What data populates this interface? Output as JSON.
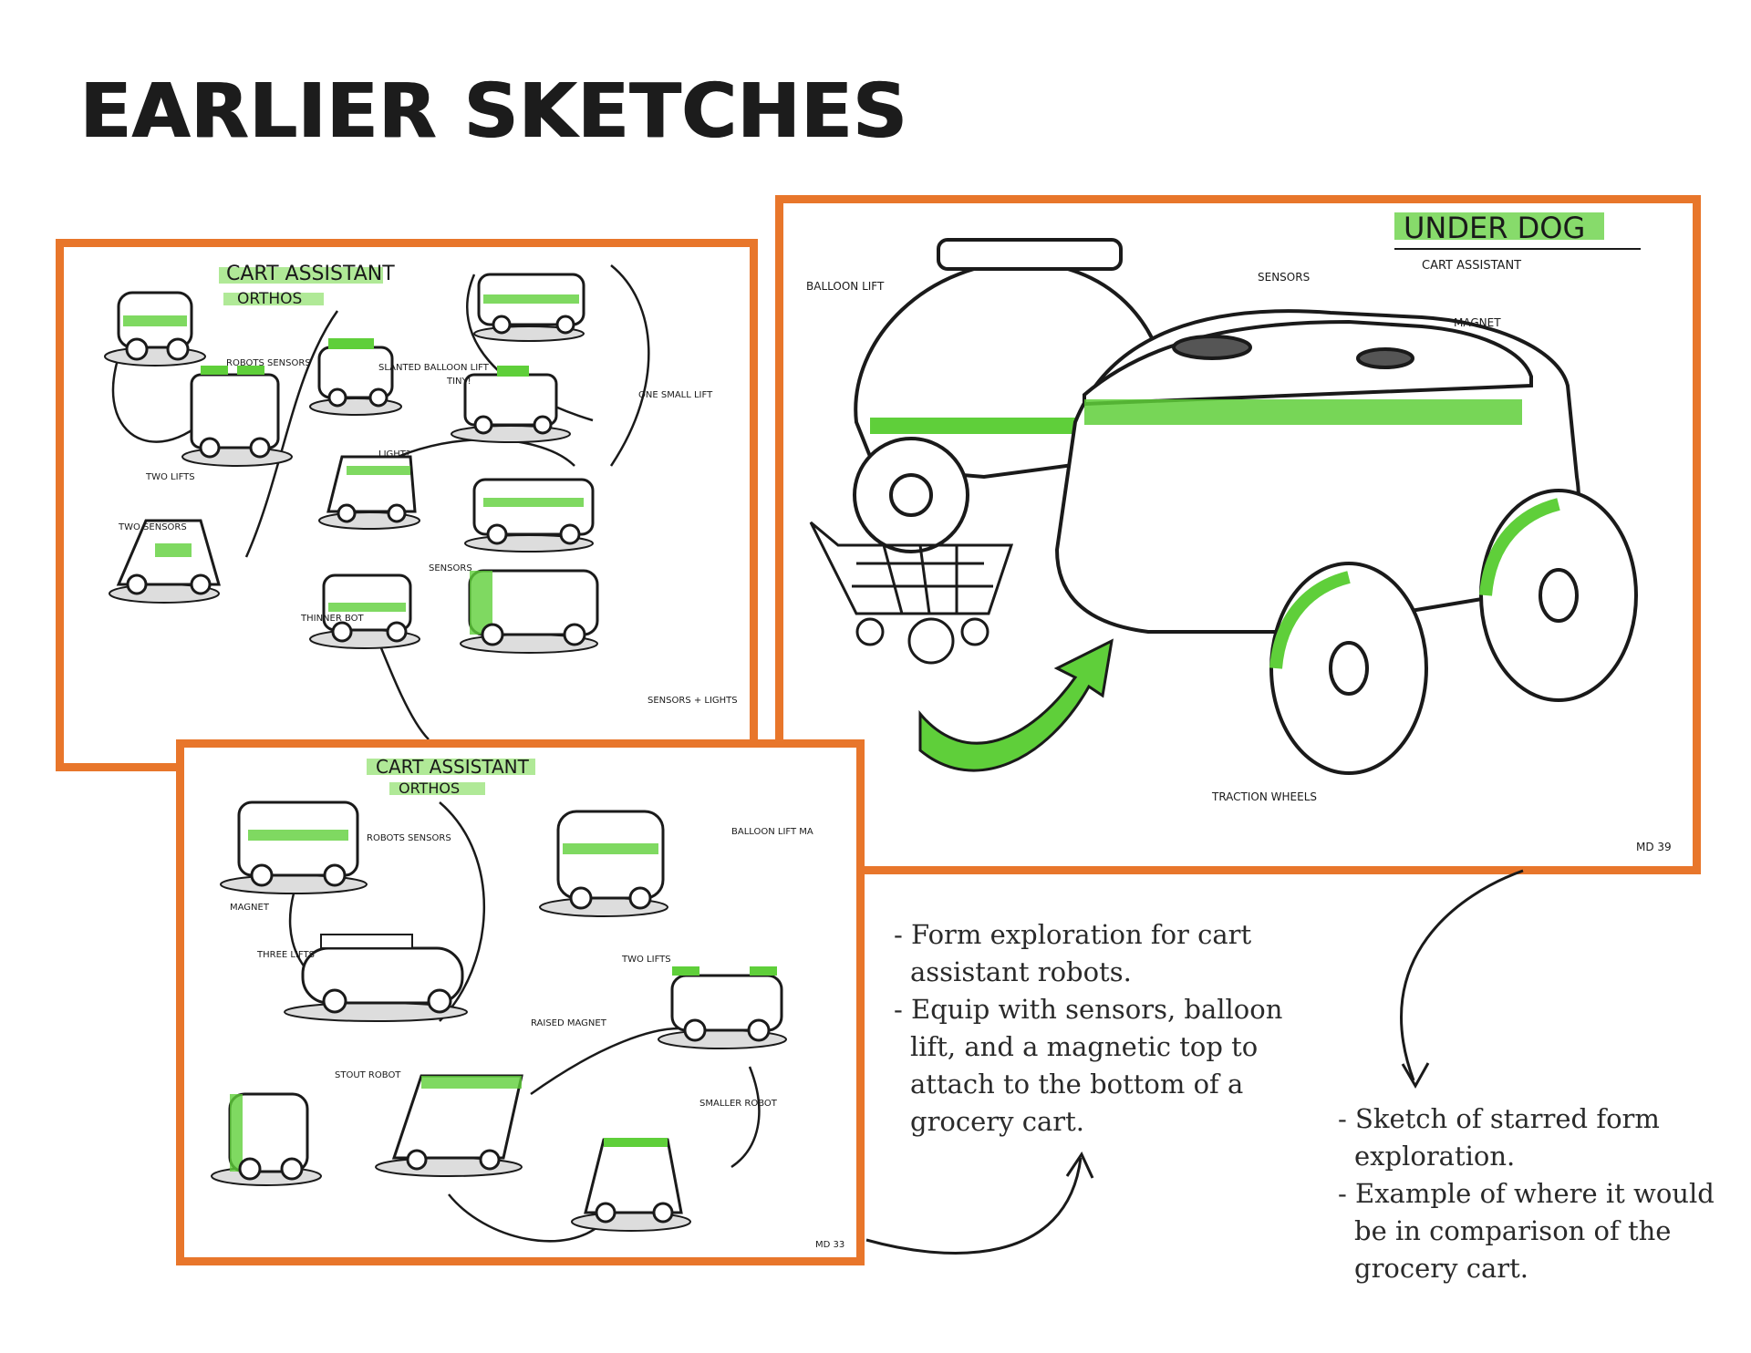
{
  "page": {
    "title": "EARLIER SKETCHES"
  },
  "colors": {
    "accent_orange": "#e8762b",
    "marker_green": "#5fcf3a",
    "ink": "#1a1a1a"
  },
  "panels": {
    "orthos_1": {
      "title": "CART ASSISTANT",
      "subtitle": "ORTHOS",
      "labels": [
        "ROBOTS SENSORS",
        "TWO LIFTS",
        "TWO SENSORS",
        "SLANTED BALLOON LIFT",
        "TINY!",
        "ONE SMALL LIFT",
        "LIGHT?",
        "SENSORS",
        "THINNER BOT",
        "SENSORS + LIGHTS"
      ]
    },
    "orthos_2": {
      "title": "CART ASSISTANT",
      "subtitle": "ORTHOS",
      "labels": [
        "ROBOTS SENSORS",
        "MAGNET",
        "THREE LIFTS",
        "BALLOON LIFT MA",
        "TWO LIFTS",
        "RAISED MAGNET",
        "STOUT ROBOT",
        "SMALLER ROBOT"
      ],
      "page_mark": "MD 33"
    },
    "underdog": {
      "title": "UNDER DOG",
      "subtitle": "CART ASSISTANT",
      "labels": [
        "BALLOON LIFT",
        "SENSORS",
        "MAGNET",
        "TRACTION WHEELS"
      ],
      "page_mark": "MD 39"
    }
  },
  "notes": {
    "left": [
      "Form exploration for cart assistant robots.",
      "Equip with sensors, balloon lift, and a magnetic top to attach to the bottom of a grocery cart."
    ],
    "right": [
      "Sketch of starred form exploration.",
      "Example of where it would be in comparison of the grocery cart."
    ]
  }
}
